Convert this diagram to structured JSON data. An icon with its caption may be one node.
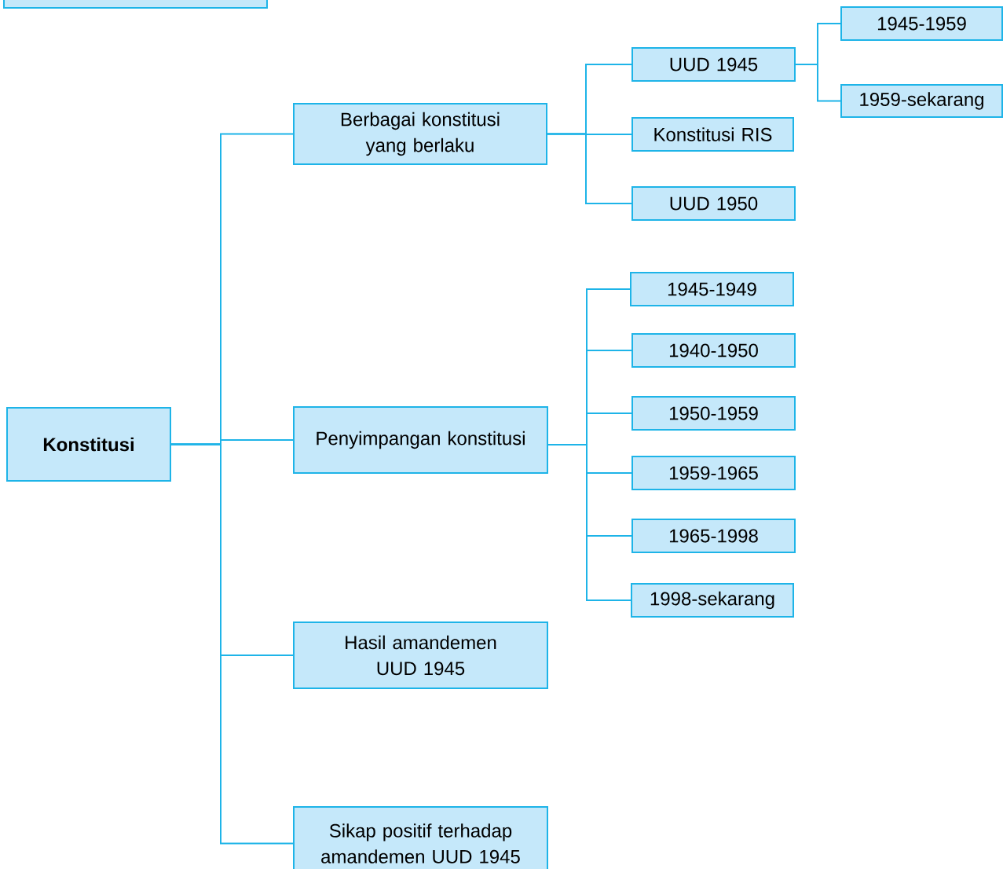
{
  "diagram": {
    "nodes": [
      {
        "text": [],
        "shape": "box"
      },
      {
        "text": [
          "Konstitusi"
        ]
      },
      {
        "text": [
          "Berbagai konstitusi yang berlaku"
        ]
      },
      {
        "text": [
          "UUD 1945"
        ]
      },
      {
        "text": [
          "1945-1959"
        ]
      },
      {
        "text": [
          "1959-sekarang"
        ]
      },
      {
        "text": [
          "Konstitusi RIS"
        ]
      },
      {
        "text": [
          "UUD 1950"
        ]
      },
      {
        "text": [
          "Penyimpangan konstitusi"
        ]
      },
      {
        "text": [
          "1945-1949"
        ]
      },
      {
        "text": [
          "1940-1950"
        ]
      },
      {
        "text": [
          "1950-1959"
        ]
      },
      {
        "text": [
          "1959-1965"
        ]
      },
      {
        "text": [
          "1965-1998"
        ]
      },
      {
        "text": [
          "1998-sekarang"
        ]
      },
      {
        "text": [
          "Hasil amandemen UUD 1945"
        ]
      },
      {
        "text": [
          "Sikap positif terhadap amandemen UUD 1945"
        ]
      }
    ],
    "edges": [
      {
        "from": 1,
        "to": 2,
        "arrow": "none"
      },
      {
        "from": 1,
        "to": 8,
        "arrow": "none"
      },
      {
        "from": 1,
        "to": 15,
        "arrow": "none"
      },
      {
        "from": 1,
        "to": 16,
        "arrow": "none"
      },
      {
        "from": 2,
        "to": 3,
        "arrow": "none"
      },
      {
        "from": 2,
        "to": 6,
        "arrow": "none"
      },
      {
        "from": 2,
        "to": 7,
        "arrow": "none"
      },
      {
        "from": 3,
        "to": 4,
        "arrow": "none"
      },
      {
        "from": 3,
        "to": 5,
        "arrow": "none"
      },
      {
        "from": 8,
        "to": 9,
        "arrow": "none"
      },
      {
        "from": 8,
        "to": 10,
        "arrow": "none"
      },
      {
        "from": 8,
        "to": 11,
        "arrow": "none"
      },
      {
        "from": 8,
        "to": 12,
        "arrow": "none"
      },
      {
        "from": 8,
        "to": 13,
        "arrow": "none"
      },
      {
        "from": 8,
        "to": 14,
        "arrow": "none"
      }
    ]
  }
}
